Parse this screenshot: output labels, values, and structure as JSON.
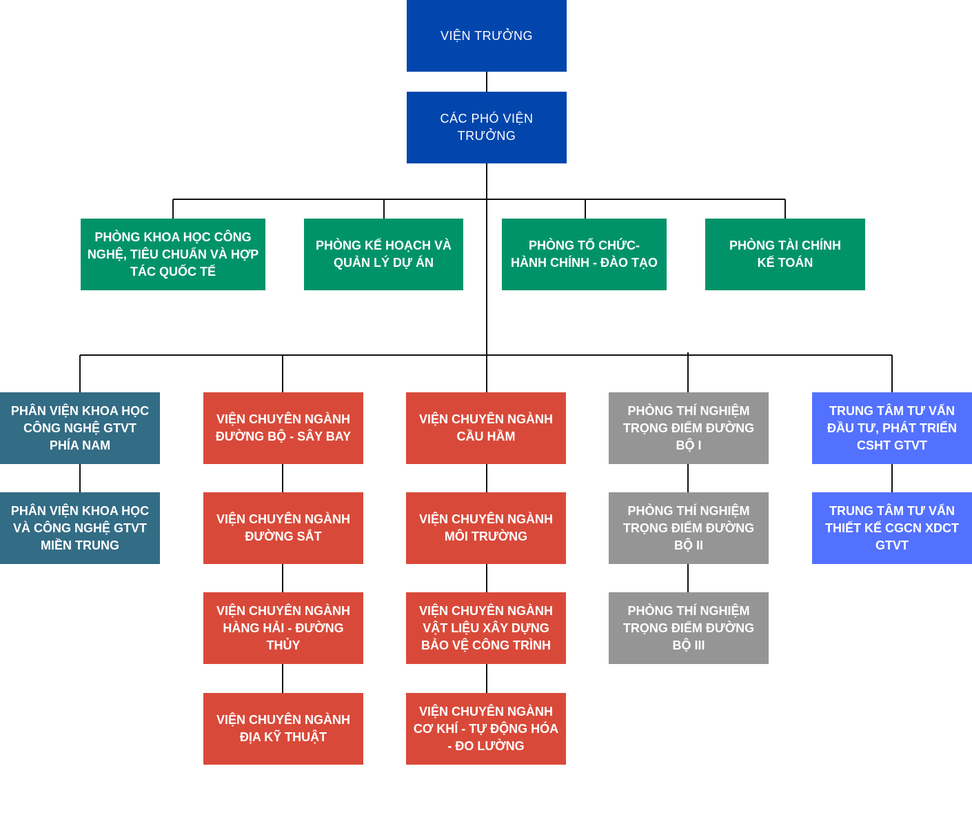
{
  "org_chart": {
    "director": "VIỆN TRƯỞNG",
    "deputies": "CÁC PHÓ VIỆN TRƯỞNG",
    "departments": [
      "PHÒNG KHOA HỌC CÔNG\nNGHỆ, TIÊU CHUẨN VÀ HỢP\nTÁC QUỐC TẾ",
      "PHÒNG KẾ HOẠCH VÀ\nQUẢN LÝ DỰ ÁN",
      "PHÒNG TỔ CHỨC-\nHÀNH CHÍNH - ĐÀO TẠO",
      "PHÒNG TÀI CHÍNH\nKẾ TOÁN"
    ],
    "branches": [
      "PHÂN VIỆN KHOA HỌC\nCÔNG NGHỆ GTVT\nPHÍA NAM",
      "PHÂN VIỆN KHOA HỌC\nVÀ CÔNG NGHỆ GTVT\nMIỀN TRUNG"
    ],
    "institutes_left": [
      "VIỆN CHUYÊN NGÀNH\nĐƯỜNG BỘ - SÂY BAY",
      "VIỆN CHUYÊN NGÀNH\nĐƯỜNG SẮT",
      "VIỆN CHUYÊN NGÀNH\nHÀNG HẢI - ĐƯỜNG\nTHỦY",
      "VIỆN CHUYÊN NGÀNH\nĐỊA KỸ THUẬT"
    ],
    "institutes_center": [
      "VIỆN CHUYÊN NGÀNH\nCẦU HẦM",
      "VIỆN CHUYÊN NGÀNH\nMÔI TRƯỜNG",
      "VIỆN CHUYÊN NGÀNH\nVẬT LIỆU XÂY DỰNG\nBẢO VỆ CÔNG TRÌNH",
      "VIỆN CHUYÊN NGÀNH\nCƠ KHÍ - TỰ ĐỘNG HÓA\n- ĐO LƯỜNG"
    ],
    "labs": [
      "PHÒNG THÍ NGHIỆM\nTRỌNG ĐIỂM ĐƯỜNG\nBỘ I",
      "PHÒNG THÍ NGHIỆM\nTRỌNG ĐIỂM ĐƯỜNG\nBỘ II",
      "PHÒNG THÍ NGHIỆM\nTRỌNG ĐIỂM ĐƯỜNG\nBỘ III"
    ],
    "centers": [
      "TRUNG TÂM TƯ VẤN\nĐẦU TƯ, PHÁT TRIỂN\nCSHT GTVT",
      "TRUNG TÂM TƯ VẤN\nTHIẾT KẾ CGCN XDCT\nGTVT"
    ]
  },
  "colors": {
    "leadership": "#0246ad",
    "departments": "#00936a",
    "branches": "#336c85",
    "institutes": "#d94939",
    "labs": "#959595",
    "centers": "#5371ff",
    "connector": "#111111"
  }
}
